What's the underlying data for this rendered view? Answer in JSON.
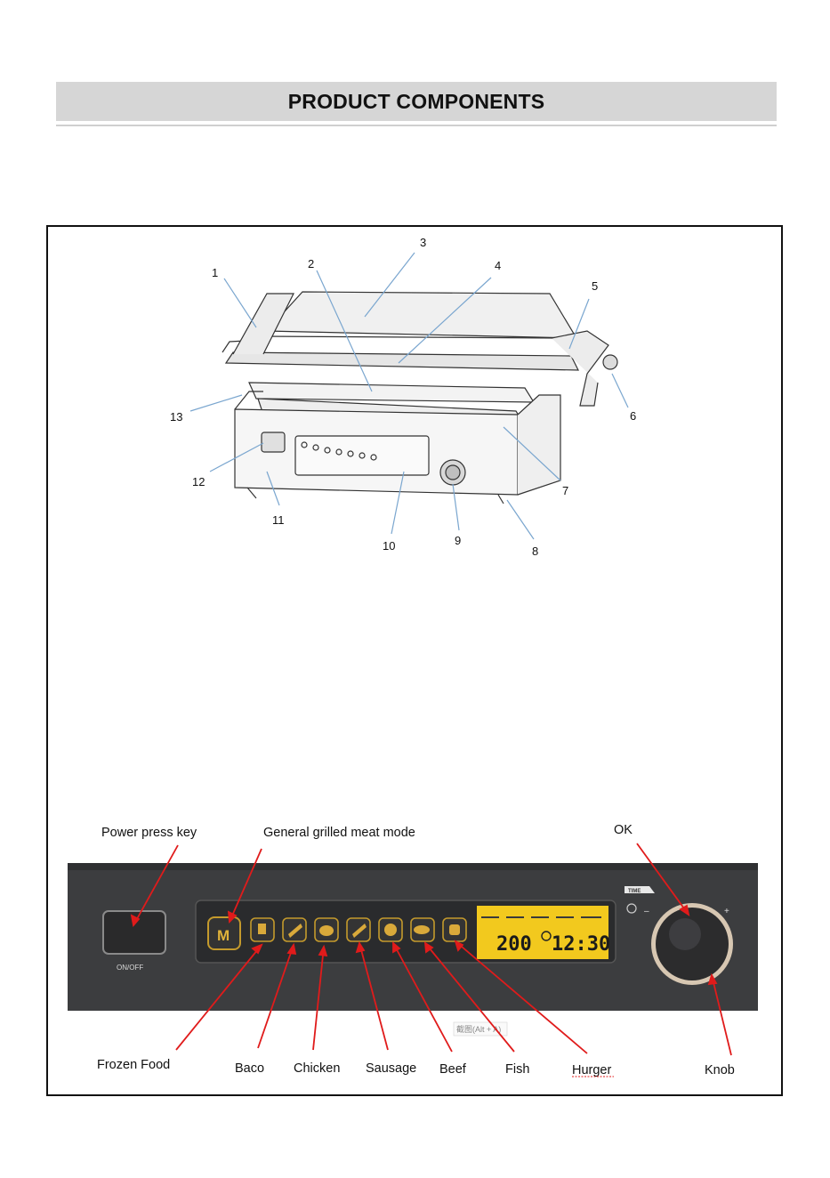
{
  "header": {
    "title": "PRODUCT COMPONENTS"
  },
  "diagram": {
    "callout_numbers": [
      "1",
      "2",
      "3",
      "4",
      "5",
      "6",
      "7",
      "8",
      "9",
      "10",
      "11",
      "12",
      "13"
    ]
  },
  "control_panel": {
    "labels": {
      "power_key": "Power press key",
      "general_mode": "General grilled meat mode",
      "ok": "OK",
      "frozen_food": "Frozen Food",
      "bacon": "Baco",
      "chicken": "Chicken",
      "sausage": "Sausage",
      "beef": "Beef",
      "fish": "Fish",
      "burger": "Hurger",
      "knob": "Knob"
    },
    "on_off_label": "ON/OFF",
    "mode_button_label": "M",
    "time_tag": "TIME",
    "lcd_temperature": "200",
    "lcd_time": "12:30",
    "watermark": "截图(Alt + A)"
  },
  "colors": {
    "title_bar": "#d6d6d6",
    "panel": "#3c3d3f",
    "lcd": "#f2c91e",
    "leader_lines": "#e01b1b",
    "diagram_leaders": "#7aa6cf"
  }
}
